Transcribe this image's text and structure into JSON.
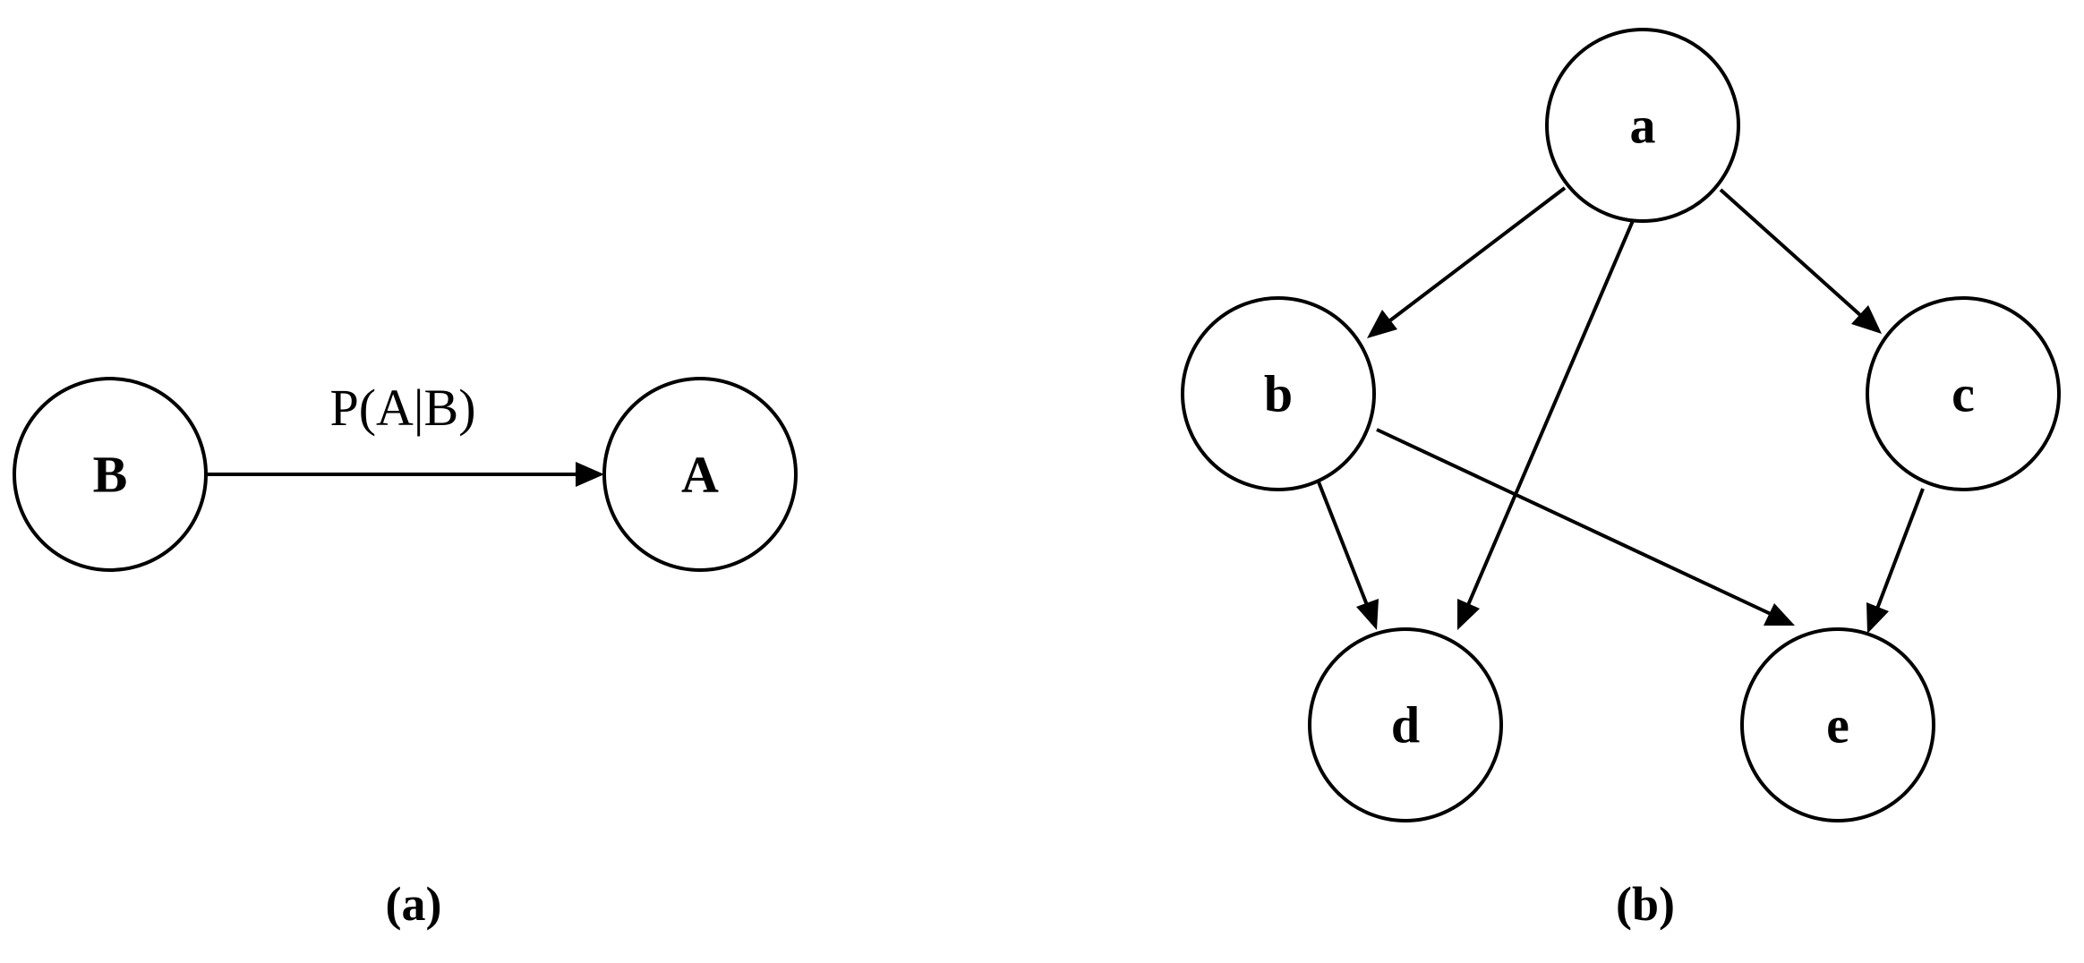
{
  "panels": [
    {
      "caption": "(a)",
      "nodes": [
        "B",
        "A"
      ],
      "edges": [
        {
          "from": "B",
          "to": "A",
          "label": "P(A|B)"
        }
      ]
    },
    {
      "caption": "(b)",
      "nodes": [
        "a",
        "b",
        "c",
        "d",
        "e"
      ],
      "edges": [
        {
          "from": "a",
          "to": "b"
        },
        {
          "from": "a",
          "to": "c"
        },
        {
          "from": "a",
          "to": "d"
        },
        {
          "from": "b",
          "to": "d"
        },
        {
          "from": "b",
          "to": "e"
        },
        {
          "from": "c",
          "to": "e"
        }
      ]
    }
  ],
  "colors": {
    "stroke": "#000000",
    "background": "#ffffff"
  }
}
